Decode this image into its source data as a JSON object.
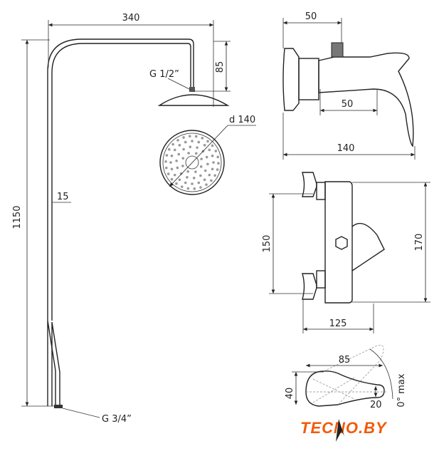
{
  "column": {
    "width_label": "340",
    "height_label": "1150",
    "pipe_label": "15",
    "head_drop_label": "85",
    "head_thread_label": "G 1/2”",
    "inlet_thread_label": "G 3/4”",
    "head_diameter_label": "d 140"
  },
  "mixer_side": {
    "top_width_label": "50",
    "inner_width_label": "50",
    "depth_label": "140"
  },
  "mixer_front": {
    "centers_label": "150",
    "height_label": "170",
    "width_label": "125"
  },
  "handle": {
    "length_label": "85",
    "height_label": "40",
    "tip_label": "20",
    "angle_label": "0° max"
  },
  "brand": {
    "logo_text": "TECNO.BY",
    "color": "#f25a06"
  }
}
